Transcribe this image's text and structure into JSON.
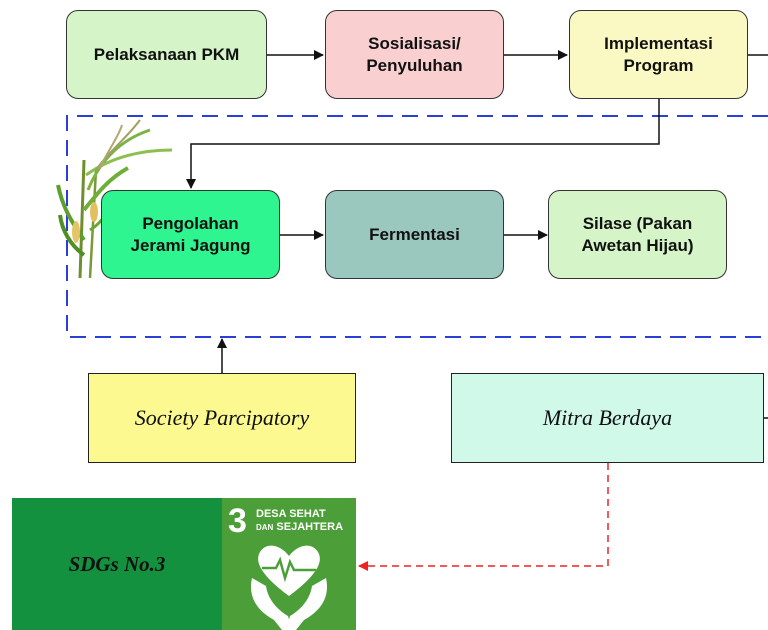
{
  "top_row": {
    "pkm": "Pelaksanaan PKM",
    "sosialisasi": "Sosialisasi/\nPenyuluhan",
    "implementasi": "Implementasi\nProgram"
  },
  "process_row": {
    "pengolahan": "Pengolahan\nJerami Jagung",
    "fermentasi": "Fermentasi",
    "silase": "Silase (Pakan\nAwetan Hijau)"
  },
  "bottom_row": {
    "society": "Society Parcipatory",
    "mitra": "Mitra Berdaya"
  },
  "sdg": {
    "label": "SDGs No.3",
    "number": "3",
    "line1": "DESA SEHAT",
    "line2_prefix": "DAN",
    "line2_main": "SEJAHTERA"
  },
  "colors": {
    "pkm": "#d5f5c8",
    "sosialisasi": "#f9cfd0",
    "implementasi": "#fbf9c3",
    "pengolahan": "#2ef58f",
    "fermentasi": "#9ac7be",
    "silase": "#d5f5c8",
    "society": "#fbf98f",
    "mitra": "#d0f9e9",
    "dashed_frame": "#2a3fd6",
    "dashed_arrow": "#ee2222"
  }
}
